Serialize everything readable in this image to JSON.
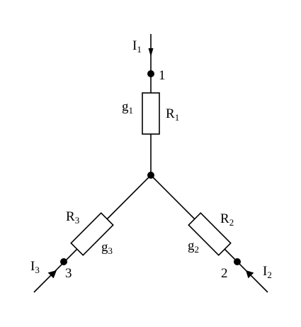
{
  "nodes": {
    "n1": "1",
    "n2": "2",
    "n3": "3"
  },
  "currents": {
    "i1": {
      "letter": "I",
      "sub": "1"
    },
    "i2": {
      "letter": "I",
      "sub": "2"
    },
    "i3": {
      "letter": "I",
      "sub": "3"
    }
  },
  "resistors": {
    "r1": {
      "letter": "R",
      "sub": "1"
    },
    "r2": {
      "letter": "R",
      "sub": "2"
    },
    "r3": {
      "letter": "R",
      "sub": "3"
    }
  },
  "conductances": {
    "g1": {
      "letter": "g",
      "sub": "1"
    },
    "g2": {
      "letter": "g",
      "sub": "2"
    },
    "g3": {
      "letter": "g",
      "sub": "3"
    }
  },
  "colors": {
    "stroke": "#000000",
    "background": "#ffffff"
  }
}
